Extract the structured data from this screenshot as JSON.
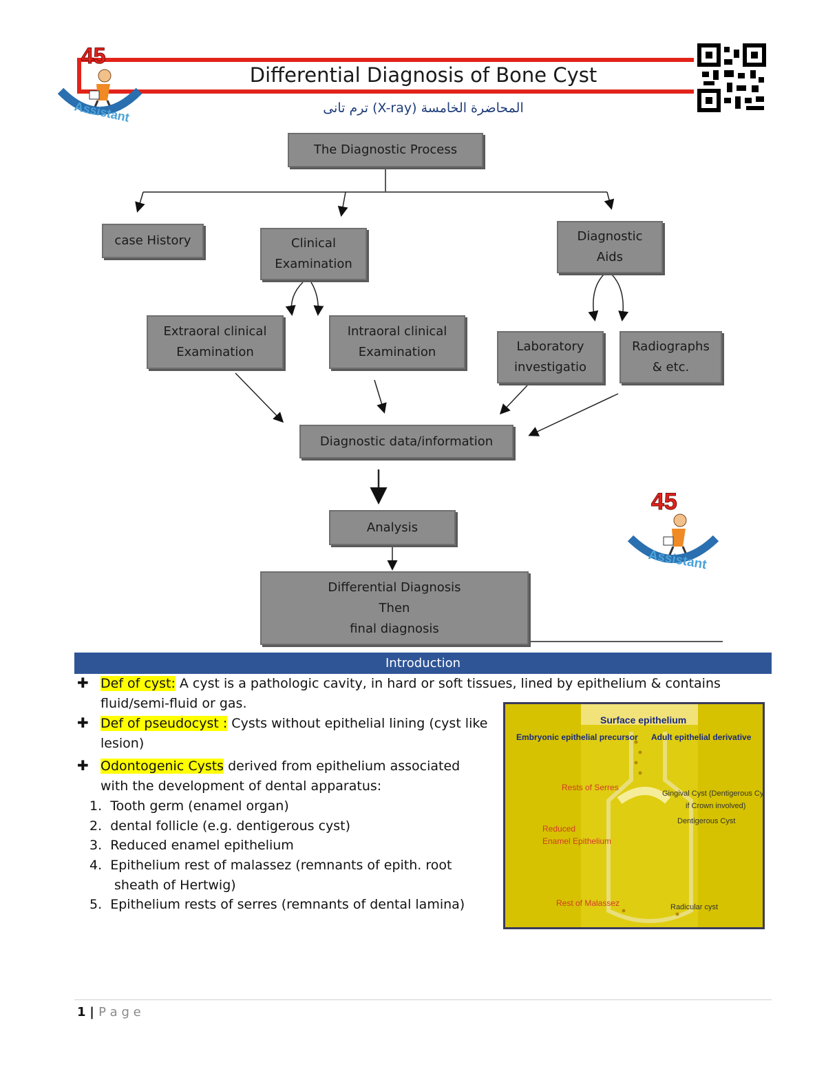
{
  "header": {
    "title": "Differential Diagnosis of Bone Cyst",
    "subtitle": "المحاضرة الخامسة (X-ray) ترم تانى",
    "logo_text": "45",
    "logo_caption": "Assistant",
    "accent_color": "#e2231a"
  },
  "flowchart": {
    "root": "The Diagnostic Process",
    "case_history": "case History",
    "clinical_examination": "Clinical\nExamination",
    "diagnostic_aids": "Diagnostic\nAids",
    "extraoral": "Extraoral clinical\nExamination",
    "intraoral": "Intraoral clinical\nExamination",
    "laboratory": "Laboratory\ninvestigatio",
    "radiographs": "Radiographs\n& etc.",
    "diagnostic_data": "Diagnostic data/information",
    "analysis": "Analysis",
    "differential": "Differential Diagnosis\nThen\nfinal diagnosis"
  },
  "introduction": {
    "heading": "Introduction",
    "heading_color": "#2f5597",
    "items": [
      {
        "term": "Def of cyst:",
        "text": " A cyst is a pathologic cavity, in hard or soft tissues, lined by epithelium & contains",
        "cont": "fluid/semi-fluid or gas."
      },
      {
        "term": "Def of pseudocyst :",
        "text": " Cysts without epithelial lining (cyst like",
        "cont": "lesion)"
      },
      {
        "term": "Odontogenic Cysts",
        "text": " derived from epithelium associated",
        "cont": "with the development of dental apparatus:"
      }
    ],
    "numbered": [
      {
        "n": "1.",
        "text": "Tooth germ (enamel organ)"
      },
      {
        "n": "2.",
        "text": "dental follicle (e.g. dentigerous cyst)"
      },
      {
        "n": "3.",
        "text": "Reduced enamel epithelium"
      },
      {
        "n": "4.",
        "text": "Epithelium rest of malassez (remnants of epith. root",
        "cont": "sheath of Hertwig)"
      },
      {
        "n": "5.",
        "text": "Epithelium rests of serres (remnants of dental lamina)"
      }
    ]
  },
  "diagram": {
    "surface": "Surface epithelium",
    "embryonic": "Embryonic epithelial precursor",
    "adult": "Adult epithelial derivative",
    "rests_serres": "Rests of Serres",
    "reduced_1": "Reduced",
    "reduced_2": "Enamel Epithelium",
    "malassez": "Rest of Malassez",
    "gingival_1": "Gingival Cyst (Dentigerous Cyst",
    "gingival_2": "if Crown involved)",
    "dentigerous": "Dentigerous Cyst",
    "radicular": "Radicular cyst"
  },
  "footer": {
    "page_number": "1",
    "page_label": "P a g e"
  }
}
